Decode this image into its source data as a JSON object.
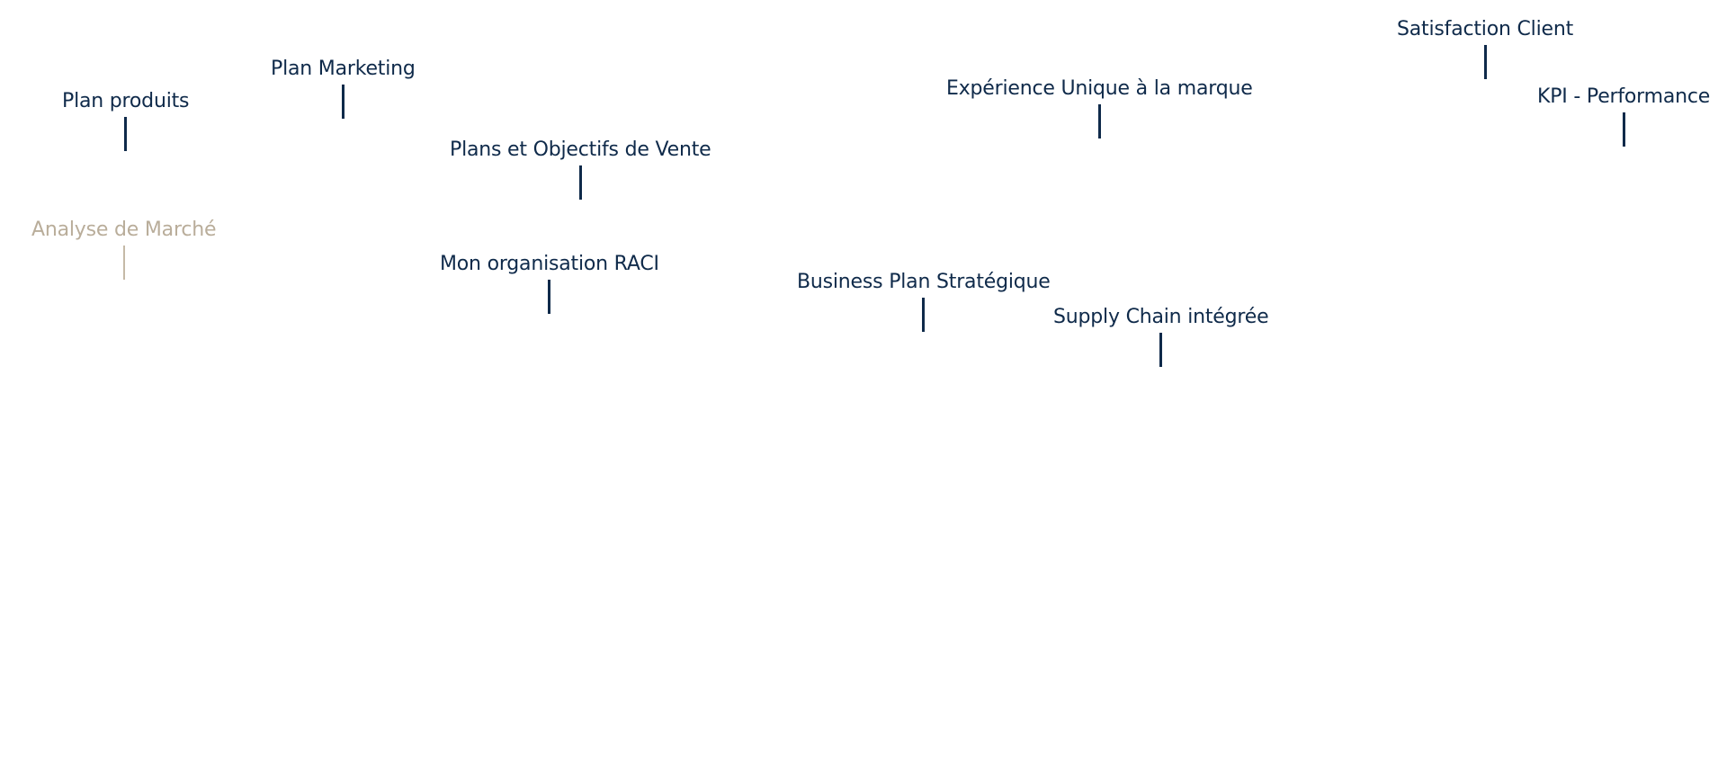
{
  "colors": {
    "primary": "#0f2a4a",
    "muted": "#b9ad9a",
    "background": "#ffffff"
  },
  "markers": [
    {
      "id": "satisfaction-client",
      "label": "Satisfaction Client",
      "state": "default"
    },
    {
      "id": "plan-marketing",
      "label": "Plan Marketing",
      "state": "default"
    },
    {
      "id": "experience-unique",
      "label": "Expérience Unique à la marque",
      "state": "default"
    },
    {
      "id": "kpi-performance",
      "label": "KPI - Performance",
      "state": "default"
    },
    {
      "id": "plan-produits",
      "label": "Plan produits",
      "state": "default"
    },
    {
      "id": "plans-objectifs-vente",
      "label": "Plans et Objectifs de Vente",
      "state": "default"
    },
    {
      "id": "analyse-marche",
      "label": "Analyse de Marché",
      "state": "muted"
    },
    {
      "id": "organisation-raci",
      "label": "Mon organisation RACI",
      "state": "default"
    },
    {
      "id": "business-plan",
      "label": "Business Plan Stratégique",
      "state": "default"
    },
    {
      "id": "supply-chain",
      "label": "Supply Chain intégrée",
      "state": "default"
    }
  ]
}
